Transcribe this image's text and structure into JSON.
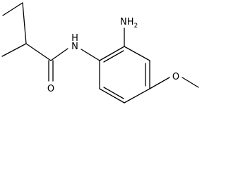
{
  "molecule": {
    "atoms": [
      {
        "id": "c_ethyl_end",
        "element": "C"
      },
      {
        "id": "c_ethyl_ch2",
        "element": "C"
      },
      {
        "id": "c_alpha",
        "element": "C"
      },
      {
        "id": "c_alpha_methyl",
        "element": "C"
      },
      {
        "id": "c_carbonyl",
        "element": "C"
      },
      {
        "id": "o_carbonyl",
        "element": "O"
      },
      {
        "id": "n_amide",
        "element": "N"
      },
      {
        "id": "c_ring_1",
        "element": "C"
      },
      {
        "id": "c_ring_2",
        "element": "C"
      },
      {
        "id": "c_ring_3",
        "element": "C"
      },
      {
        "id": "c_ring_4",
        "element": "C"
      },
      {
        "id": "c_ring_5",
        "element": "C"
      },
      {
        "id": "c_ring_6",
        "element": "C"
      },
      {
        "id": "n_amino",
        "element": "N"
      },
      {
        "id": "o_methoxy",
        "element": "O"
      },
      {
        "id": "c_methoxy",
        "element": "C"
      }
    ],
    "bonds": [
      {
        "from": "c_ethyl_end",
        "to": "c_ethyl_ch2",
        "order": 1
      },
      {
        "from": "c_ethyl_ch2",
        "to": "c_alpha",
        "order": 1
      },
      {
        "from": "c_alpha",
        "to": "c_alpha_methyl",
        "order": 1
      },
      {
        "from": "c_alpha",
        "to": "c_carbonyl",
        "order": 1
      },
      {
        "from": "c_carbonyl",
        "to": "o_carbonyl",
        "order": 2
      },
      {
        "from": "c_carbonyl",
        "to": "n_amide",
        "order": 1
      },
      {
        "from": "n_amide",
        "to": "c_ring_1",
        "order": 1
      },
      {
        "from": "c_ring_1",
        "to": "c_ring_2",
        "order": 2
      },
      {
        "from": "c_ring_2",
        "to": "c_ring_3",
        "order": 1
      },
      {
        "from": "c_ring_3",
        "to": "c_ring_4",
        "order": 2
      },
      {
        "from": "c_ring_4",
        "to": "c_ring_5",
        "order": 1
      },
      {
        "from": "c_ring_5",
        "to": "c_ring_6",
        "order": 2
      },
      {
        "from": "c_ring_6",
        "to": "c_ring_1",
        "order": 1
      },
      {
        "from": "c_ring_2",
        "to": "n_amino",
        "order": 1
      },
      {
        "from": "c_ring_4",
        "to": "o_methoxy",
        "order": 1
      },
      {
        "from": "o_methoxy",
        "to": "c_methoxy",
        "order": 1
      }
    ],
    "labels": {
      "amine": "NH",
      "amine_sub": "2",
      "amide_n": "N",
      "amide_h": "H",
      "carbonyl_o": "O",
      "methoxy_o": "O"
    }
  }
}
